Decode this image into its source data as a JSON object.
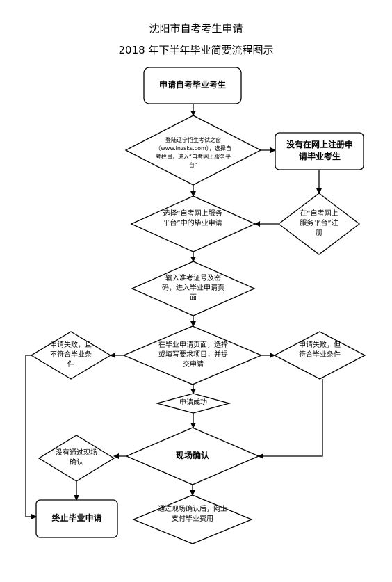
{
  "title_line1": "沈阳市自考考生申请",
  "title_line2": "2018 年下半年毕业简要流程图示",
  "nodes": {
    "start": "申请自考毕业考生",
    "login": "登陆辽宁招生考试之窗（www.lnzsks.com），选择自考栏目，进入“自考网上服务平台”",
    "register_box": "没有在网上注册申请毕业考生",
    "register_diamond": "在“自考网上服务平台”注册",
    "select_apply": "选择“自考网上服务平台”中的毕业申请",
    "enter_page": "输入准考证号及密码，进入毕业申请页面",
    "fill_submit": "在毕业申请页面，选择或填写要求项目，并提交申请",
    "fail_not_meet": "申请失败，且不符合毕业条件",
    "fail_meet": "申请失败，但符合毕业条件",
    "success": "申请成功",
    "onsite_confirm": "现场确认",
    "not_confirmed": "没有通过现场确认",
    "terminate": "终止毕业申请",
    "pay_fee": "通过现场确认后，网上支付毕业费用"
  }
}
